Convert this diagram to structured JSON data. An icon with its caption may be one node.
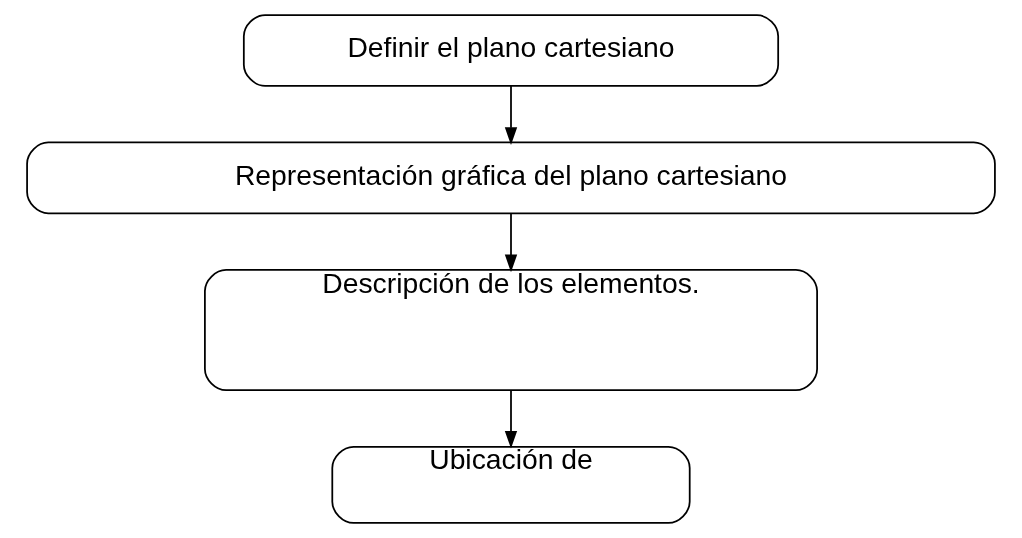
{
  "diagram": {
    "nodes": [
      {
        "text": [
          "Definir el plano cartesiano"
        ]
      },
      {
        "text": [
          "Representación gráfica del plano cartesiano"
        ]
      },
      {
        "text": [
          "Descripción de los elementos."
        ]
      },
      {
        "text": [
          "Ubicación de"
        ]
      }
    ],
    "edges": [
      {
        "from": 0,
        "to": 1,
        "arrow": "to"
      },
      {
        "from": 1,
        "to": 2,
        "arrow": "to"
      },
      {
        "from": 2,
        "to": 3,
        "arrow": "to"
      }
    ]
  }
}
